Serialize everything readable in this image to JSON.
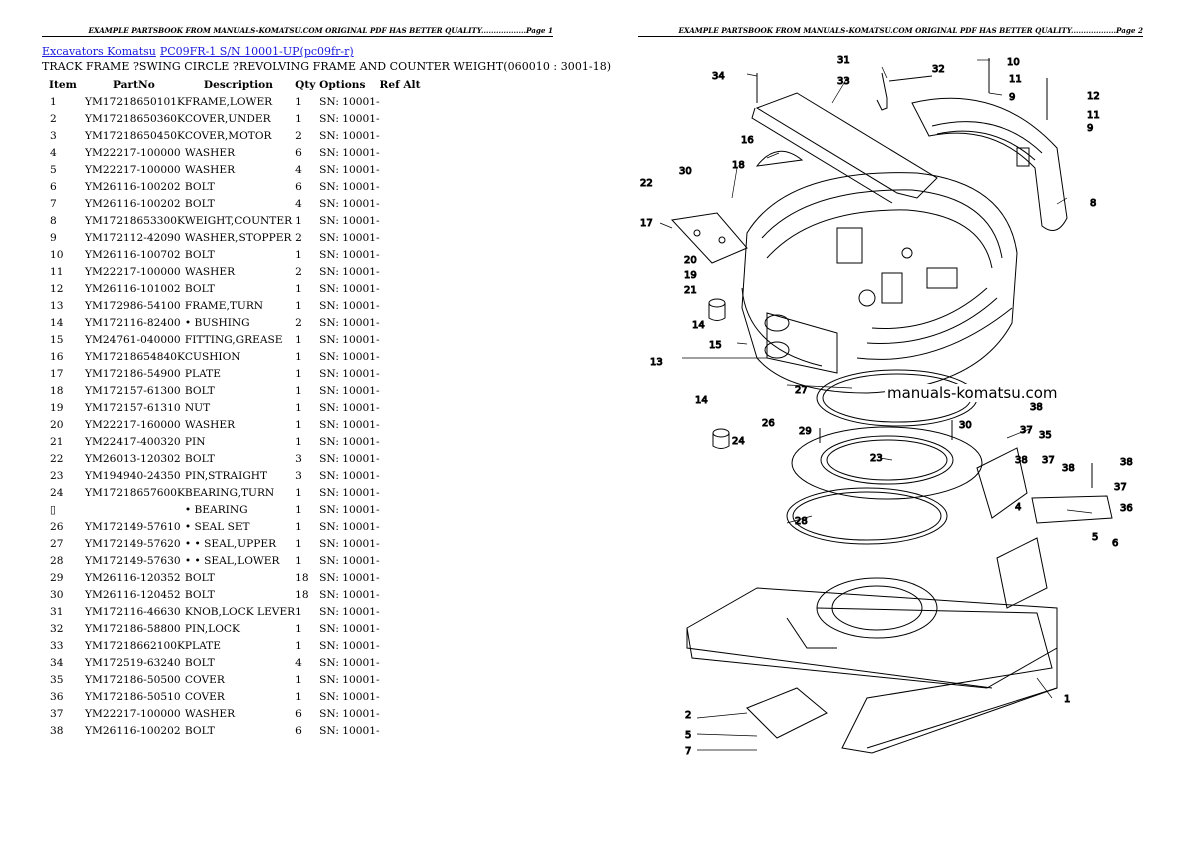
{
  "header": {
    "page1": "EXAMPLE PARTSBOOK FROM MANUALS-KOMATSU.COM ORIGINAL PDF HAS BETTER QUALITY..................Page 1",
    "page2": "EXAMPLE PARTSBOOK FROM MANUALS-KOMATSU.COM ORIGINAL PDF HAS BETTER QUALITY..................Page 2"
  },
  "breadcrumb": {
    "link1": "Excavators Komatsu",
    "link2": "PC09FR-1 S/N 10001-UP(pc09fr-r)"
  },
  "section_title": "TRACK FRAME ?SWING CIRCLE ?REVOLVING FRAME AND COUNTER WEIGHT(060010 : 3001-18)",
  "table": {
    "headers": {
      "item": "Item",
      "partno": "PartNo",
      "description": "Description",
      "qty": "Qty",
      "options": "Options",
      "refalt": "Ref Alt"
    },
    "rows": [
      {
        "item": "1",
        "partno": "YM17218650101K",
        "desc": "FRAME,LOWER",
        "qty": "1",
        "opt": "SN: 10001-"
      },
      {
        "item": "2",
        "partno": "YM17218650360K",
        "desc": "COVER,UNDER",
        "qty": "1",
        "opt": "SN: 10001-"
      },
      {
        "item": "3",
        "partno": "YM17218650450K",
        "desc": "COVER,MOTOR",
        "qty": "2",
        "opt": "SN: 10001-"
      },
      {
        "item": "4",
        "partno": "YM22217-100000",
        "desc": "WASHER",
        "qty": "6",
        "opt": "SN: 10001-"
      },
      {
        "item": "5",
        "partno": "YM22217-100000",
        "desc": "WASHER",
        "qty": "4",
        "opt": "SN: 10001-"
      },
      {
        "item": "6",
        "partno": "YM26116-100202",
        "desc": "BOLT",
        "qty": "6",
        "opt": "SN: 10001-"
      },
      {
        "item": "7",
        "partno": "YM26116-100202",
        "desc": "BOLT",
        "qty": "4",
        "opt": "SN: 10001-"
      },
      {
        "item": "8",
        "partno": "YM17218653300K",
        "desc": "WEIGHT,COUNTER",
        "qty": "1",
        "opt": "SN: 10001-"
      },
      {
        "item": "9",
        "partno": "YM172112-42090",
        "desc": "WASHER,STOPPER",
        "qty": "2",
        "opt": "SN: 10001-"
      },
      {
        "item": "10",
        "partno": "YM26116-100702",
        "desc": "BOLT",
        "qty": "1",
        "opt": "SN: 10001-"
      },
      {
        "item": "11",
        "partno": "YM22217-100000",
        "desc": "WASHER",
        "qty": "2",
        "opt": "SN: 10001-"
      },
      {
        "item": "12",
        "partno": "YM26116-101002",
        "desc": "BOLT",
        "qty": "1",
        "opt": "SN: 10001-"
      },
      {
        "item": "13",
        "partno": "YM172986-54100",
        "desc": "FRAME,TURN",
        "qty": "1",
        "opt": "SN: 10001-"
      },
      {
        "item": "14",
        "partno": "YM172116-82400",
        "desc": "• BUSHING",
        "qty": "2",
        "opt": "SN: 10001-"
      },
      {
        "item": "15",
        "partno": "YM24761-040000",
        "desc": "FITTING,GREASE",
        "qty": "1",
        "opt": "SN: 10001-"
      },
      {
        "item": "16",
        "partno": "YM17218654840K",
        "desc": "CUSHION",
        "qty": "1",
        "opt": "SN: 10001-"
      },
      {
        "item": "17",
        "partno": "YM172186-54900",
        "desc": "PLATE",
        "qty": "1",
        "opt": "SN: 10001-"
      },
      {
        "item": "18",
        "partno": "YM172157-61300",
        "desc": "BOLT",
        "qty": "1",
        "opt": "SN: 10001-"
      },
      {
        "item": "19",
        "partno": "YM172157-61310",
        "desc": "NUT",
        "qty": "1",
        "opt": "SN: 10001-"
      },
      {
        "item": "20",
        "partno": "YM22217-160000",
        "desc": "WASHER",
        "qty": "1",
        "opt": "SN: 10001-"
      },
      {
        "item": "21",
        "partno": "YM22417-400320",
        "desc": "PIN",
        "qty": "1",
        "opt": "SN: 10001-"
      },
      {
        "item": "22",
        "partno": "YM26013-120302",
        "desc": "BOLT",
        "qty": "3",
        "opt": "SN: 10001-"
      },
      {
        "item": "23",
        "partno": "YM194940-24350",
        "desc": "PIN,STRAIGHT",
        "qty": "3",
        "opt": "SN: 10001-"
      },
      {
        "item": "24",
        "partno": "YM17218657600K",
        "desc": "BEARING,TURN",
        "qty": "1",
        "opt": "SN: 10001-"
      },
      {
        "item": "▯",
        "partno": "",
        "desc": "• BEARING",
        "qty": "1",
        "opt": "SN: 10001-"
      },
      {
        "item": "26",
        "partno": "YM172149-57610",
        "desc": "• SEAL SET",
        "qty": "1",
        "opt": "SN: 10001-"
      },
      {
        "item": "27",
        "partno": "YM172149-57620",
        "desc": "• • SEAL,UPPER",
        "qty": "1",
        "opt": "SN: 10001-"
      },
      {
        "item": "28",
        "partno": "YM172149-57630",
        "desc": "• • SEAL,LOWER",
        "qty": "1",
        "opt": "SN: 10001-"
      },
      {
        "item": "29",
        "partno": "YM26116-120352",
        "desc": "BOLT",
        "qty": "18",
        "opt": "SN: 10001-"
      },
      {
        "item": "30",
        "partno": "YM26116-120452",
        "desc": "BOLT",
        "qty": "18",
        "opt": "SN: 10001-"
      },
      {
        "item": "31",
        "partno": "YM172116-46630",
        "desc": "KNOB,LOCK LEVER",
        "qty": "1",
        "opt": "SN: 10001-"
      },
      {
        "item": "32",
        "partno": "YM172186-58800",
        "desc": "PIN,LOCK",
        "qty": "1",
        "opt": "SN: 10001-"
      },
      {
        "item": "33",
        "partno": "YM17218662100K",
        "desc": "PLATE",
        "qty": "1",
        "opt": "SN: 10001-"
      },
      {
        "item": "34",
        "partno": "YM172519-63240",
        "desc": "BOLT",
        "qty": "4",
        "opt": "SN: 10001-"
      },
      {
        "item": "35",
        "partno": "YM172186-50500",
        "desc": "COVER",
        "qty": "1",
        "opt": "SN: 10001-"
      },
      {
        "item": "36",
        "partno": "YM172186-50510",
        "desc": "COVER",
        "qty": "1",
        "opt": "SN: 10001-"
      },
      {
        "item": "37",
        "partno": "YM22217-100000",
        "desc": "WASHER",
        "qty": "6",
        "opt": "SN: 10001-"
      },
      {
        "item": "38",
        "partno": "YM26116-100202",
        "desc": "BOLT",
        "qty": "6",
        "opt": "SN: 10001-"
      }
    ]
  },
  "diagram": {
    "watermark": "manuals-komatsu.com",
    "callouts": [
      "1",
      "2",
      "4",
      "5",
      "6",
      "7",
      "8",
      "9",
      "10",
      "11",
      "12",
      "13",
      "14",
      "15",
      "16",
      "17",
      "18",
      "19",
      "20",
      "21",
      "22",
      "23",
      "24",
      "26",
      "27",
      "28",
      "29",
      "30",
      "31",
      "32",
      "33",
      "34",
      "35",
      "36",
      "37",
      "38"
    ],
    "colors": {
      "link": "#1a1ae0",
      "line": "#000000"
    }
  }
}
